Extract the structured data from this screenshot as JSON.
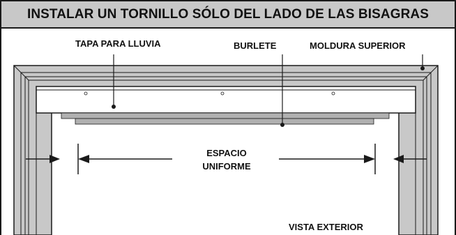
{
  "title": "INSTALAR UN TORNILLO SÓLO DEL LADO DE LAS BISAGRAS",
  "labels": {
    "rain_cap": "TAPA PARA LLUVIA",
    "weatherstrip": "BURLETE",
    "head_molding": "MOLDURA SUPERIOR",
    "uniform_space_line1": "ESPACIO",
    "uniform_space_line2": "UNIFORME",
    "exterior_view": "VISTA EXTERIOR"
  },
  "colors": {
    "frame_gray": "#c8c8c8",
    "line": "#1a1a1a",
    "title_bg": "#c8c8c8"
  }
}
